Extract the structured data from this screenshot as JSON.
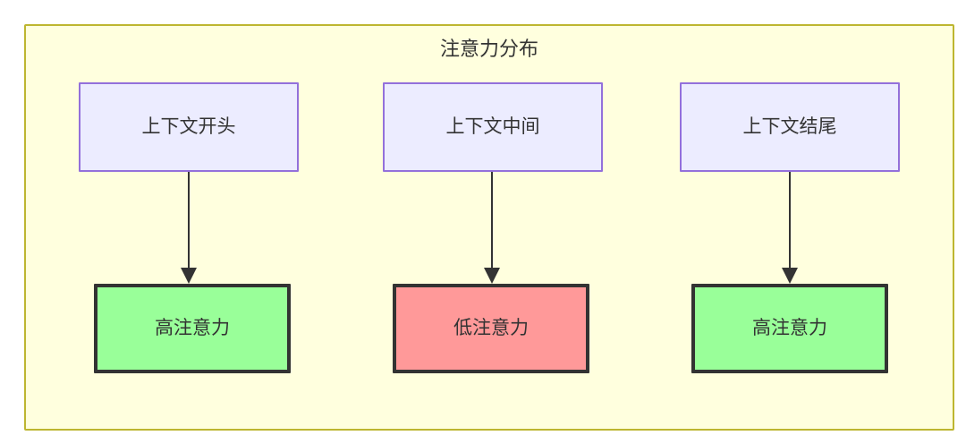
{
  "diagram": {
    "title": "注意力分布",
    "background_color": "#ffffde",
    "border_color": "#bdb630",
    "nodes": [
      {
        "id": "ctx-start",
        "label": "上下文开头",
        "fill": "#ececff",
        "stroke": "#9370db",
        "row": "top"
      },
      {
        "id": "ctx-middle",
        "label": "上下文中间",
        "fill": "#ececff",
        "stroke": "#9370db",
        "row": "top"
      },
      {
        "id": "ctx-end",
        "label": "上下文结尾",
        "fill": "#ececff",
        "stroke": "#9370db",
        "row": "top"
      },
      {
        "id": "high-start",
        "label": "高注意力",
        "fill": "#99ff99",
        "stroke": "#333333",
        "row": "bottom"
      },
      {
        "id": "low-middle",
        "label": "低注意力",
        "fill": "#ff9999",
        "stroke": "#333333",
        "row": "bottom"
      },
      {
        "id": "high-end",
        "label": "高注意力",
        "fill": "#99ff99",
        "stroke": "#333333",
        "row": "bottom"
      }
    ],
    "edges": [
      {
        "from": "ctx-start",
        "to": "high-start",
        "label": ""
      },
      {
        "from": "ctx-middle",
        "to": "low-middle",
        "label": ""
      },
      {
        "from": "ctx-end",
        "to": "high-end",
        "label": ""
      }
    ]
  }
}
